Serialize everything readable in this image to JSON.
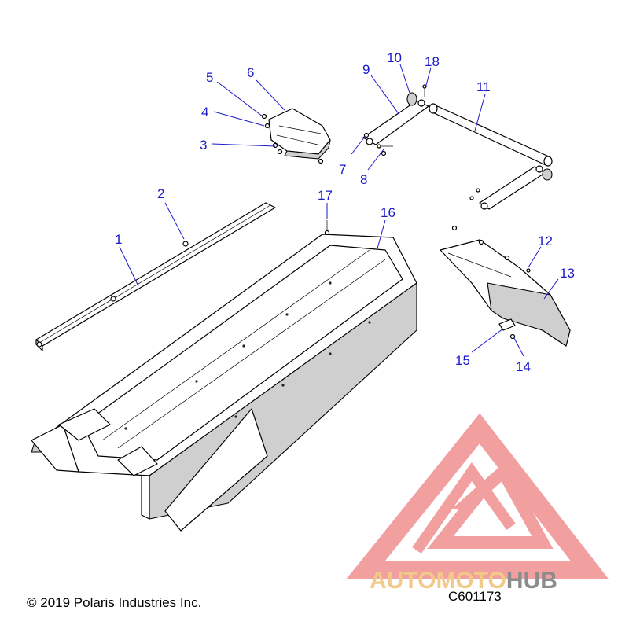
{
  "callouts": [
    {
      "id": "1",
      "label": "1"
    },
    {
      "id": "2",
      "label": "2"
    },
    {
      "id": "3",
      "label": "3"
    },
    {
      "id": "4",
      "label": "4"
    },
    {
      "id": "5",
      "label": "5"
    },
    {
      "id": "6",
      "label": "6"
    },
    {
      "id": "7",
      "label": "7"
    },
    {
      "id": "8",
      "label": "8"
    },
    {
      "id": "9",
      "label": "9"
    },
    {
      "id": "10",
      "label": "10"
    },
    {
      "id": "11",
      "label": "11"
    },
    {
      "id": "12",
      "label": "12"
    },
    {
      "id": "13",
      "label": "13"
    },
    {
      "id": "14",
      "label": "14"
    },
    {
      "id": "15",
      "label": "15"
    },
    {
      "id": "16",
      "label": "16"
    },
    {
      "id": "17",
      "label": "17"
    },
    {
      "id": "18",
      "label": "18"
    }
  ],
  "footer": {
    "copyright": "© 2019 Polaris Industries Inc.",
    "diagram_id": "C601173"
  },
  "watermark": {
    "text_part1": "AUTO",
    "text_part2": "MOTO",
    "text_part3": "HUB"
  },
  "colors": {
    "callout": "#1a1ac8",
    "watermark_red": "#ee8080",
    "watermark_orange": "#f3c98a",
    "watermark_gray": "#8c8c8c"
  }
}
